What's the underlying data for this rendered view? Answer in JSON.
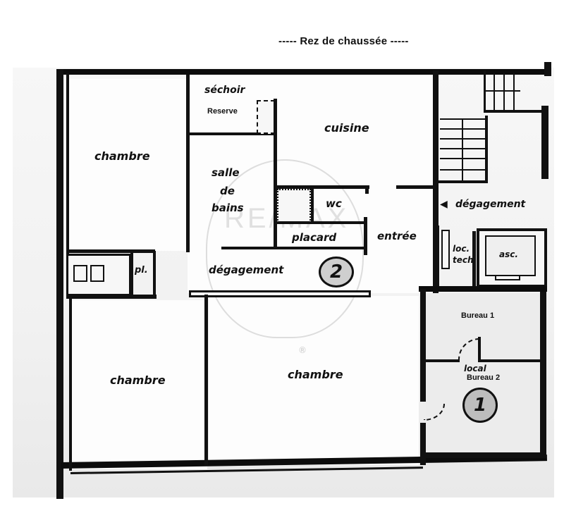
{
  "plan": {
    "title": "-----  Rez de chaussée  -----",
    "rooms": [
      {
        "id": "chambre-1",
        "label": "chambre"
      },
      {
        "id": "sechoir",
        "label": "séchoir"
      },
      {
        "id": "reserve",
        "label": "Reserve"
      },
      {
        "id": "cuisine",
        "label": "cuisine"
      },
      {
        "id": "salle-de-bains",
        "label": "salle de bains",
        "lines": [
          "salle",
          "de",
          "bains"
        ]
      },
      {
        "id": "wc",
        "label": "wc"
      },
      {
        "id": "placard",
        "label": "placard"
      },
      {
        "id": "entree",
        "label": "entrée"
      },
      {
        "id": "degagement-central",
        "label": "dégagement"
      },
      {
        "id": "placard-small",
        "label": "pl."
      },
      {
        "id": "degagement-east",
        "label": "dégagement"
      },
      {
        "id": "local-technique",
        "label": "loc. tech",
        "lines": [
          "loc.",
          "tech"
        ]
      },
      {
        "id": "ascenseur",
        "label": "asc."
      },
      {
        "id": "bureau-1",
        "label": "Bureau 1"
      },
      {
        "id": "local",
        "label": "local"
      },
      {
        "id": "bureau-2",
        "label": "Bureau 2"
      },
      {
        "id": "chambre-2",
        "label": "chambre"
      },
      {
        "id": "chambre-3",
        "label": "chambre"
      }
    ],
    "unit_badges": [
      {
        "id": "unit-2",
        "value": "2"
      },
      {
        "id": "unit-1",
        "value": "1"
      }
    ],
    "arrow": {
      "direction": "left",
      "points_to": "dégagement"
    },
    "watermark": {
      "text": "RE/MAX",
      "symbol": "®"
    }
  },
  "colors": {
    "wall": "#111111",
    "background": "#f3f3f3",
    "badge_fill": "#cfcfcf"
  }
}
